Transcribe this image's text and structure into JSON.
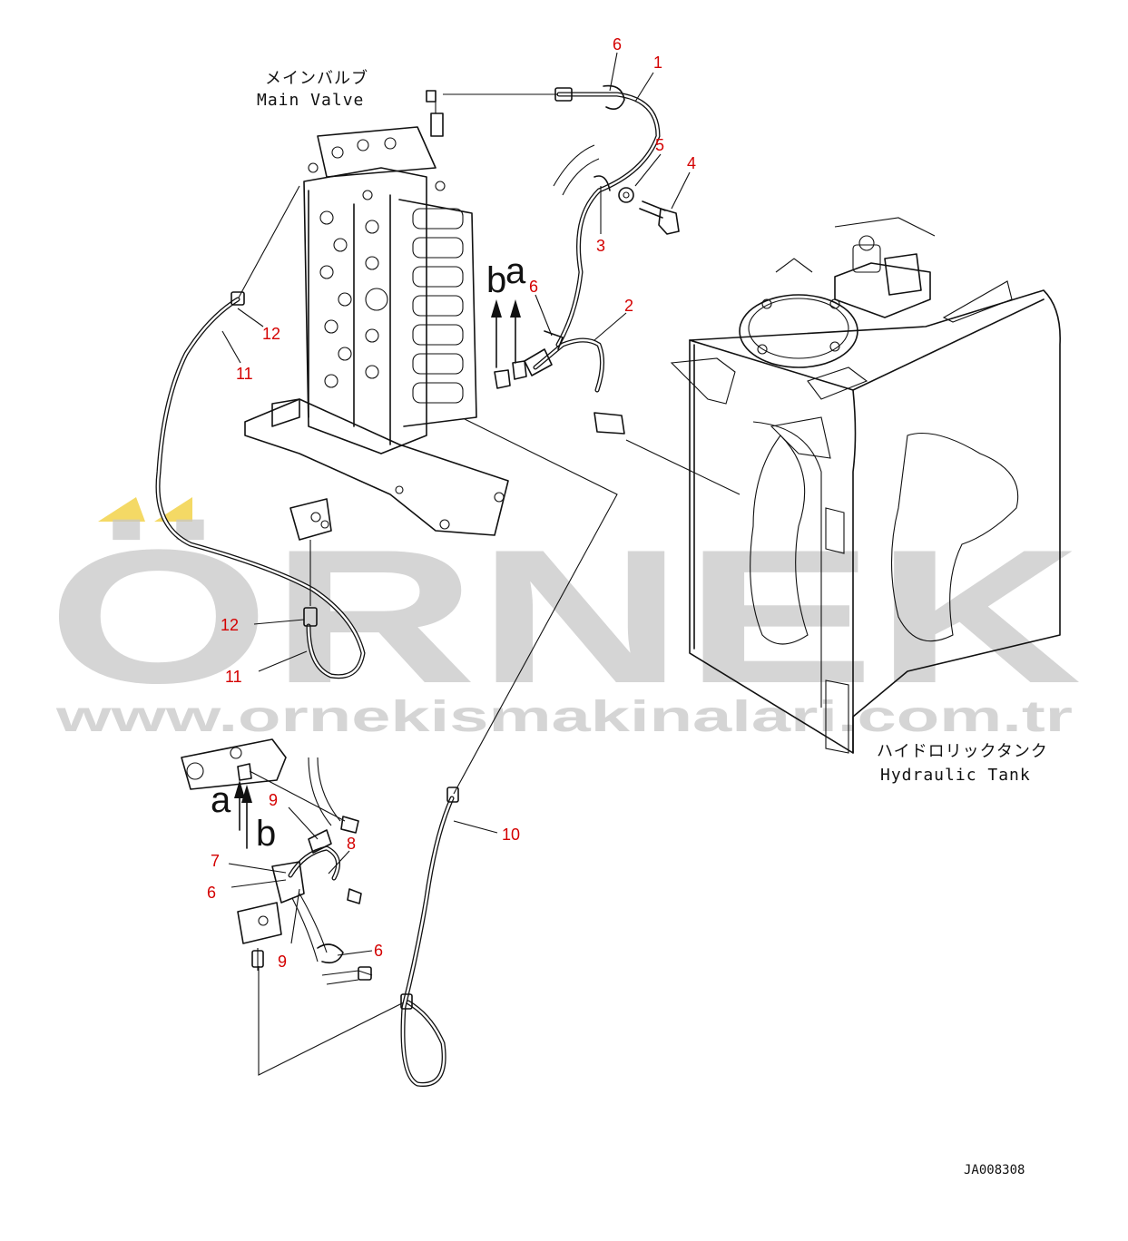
{
  "labels": {
    "main_valve_jp": "メインバルブ",
    "main_valve_en": "Main Valve",
    "tank_jp": "ハイドロリックタンク",
    "tank_en": "Hydraulic Tank",
    "drawing_no": "JA008308"
  },
  "watermark": {
    "brand": "ÖRNEK",
    "url": "www.ornekismakinalari.com.tr",
    "color": "#c7c7c7",
    "accent": "#f2d24a"
  },
  "callouts": {
    "c1": "1",
    "c2": "2",
    "c3": "3",
    "c4": "4",
    "c5": "5",
    "c6a": "6",
    "c6b": "6",
    "c6c": "6",
    "c6d": "6",
    "c7": "7",
    "c8": "8",
    "c9a": "9",
    "c9b": "9",
    "c10": "10",
    "c11a": "11",
    "c11b": "11",
    "c12a": "12",
    "c12b": "12"
  },
  "arrows": {
    "upper_b": "b",
    "upper_a": "a",
    "lower_a": "a",
    "lower_b": "b"
  },
  "colors": {
    "callout": "#d40000",
    "line": "#111111"
  }
}
